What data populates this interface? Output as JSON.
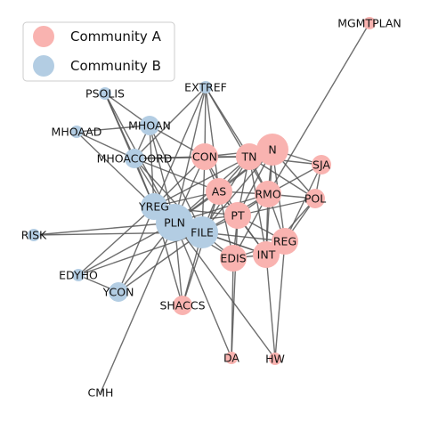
{
  "legend": {
    "items": [
      {
        "label": "Community A",
        "color": "#f9b3b0"
      },
      {
        "label": "Community B",
        "color": "#b3cde3"
      }
    ]
  },
  "colors": {
    "community_a": "#f9b3b0",
    "community_b": "#b3cde3",
    "edge": "#555555"
  },
  "graph": {
    "nodes": [
      {
        "id": "MGMTPLAN",
        "label": "MGMTPLAN",
        "community": "A",
        "size": "tiny"
      },
      {
        "id": "N",
        "label": "N",
        "community": "A",
        "size": "large"
      },
      {
        "id": "SJA",
        "label": "SJA",
        "community": "A",
        "size": "small"
      },
      {
        "id": "TN",
        "label": "TN",
        "community": "A",
        "size": "medium"
      },
      {
        "id": "CON",
        "label": "CON",
        "community": "A",
        "size": "medium"
      },
      {
        "id": "AS",
        "label": "AS",
        "community": "A",
        "size": "medium"
      },
      {
        "id": "RMO",
        "label": "RMO",
        "community": "A",
        "size": "medium"
      },
      {
        "id": "POL",
        "label": "POL",
        "community": "A",
        "size": "small"
      },
      {
        "id": "PT",
        "label": "PT",
        "community": "A",
        "size": "medium"
      },
      {
        "id": "REG",
        "label": "REG",
        "community": "A",
        "size": "medium"
      },
      {
        "id": "INT",
        "label": "INT",
        "community": "A",
        "size": "medium"
      },
      {
        "id": "EDIS",
        "label": "EDIS",
        "community": "A",
        "size": "medium"
      },
      {
        "id": "SHACCS",
        "label": "SHACCS",
        "community": "A",
        "size": "small"
      },
      {
        "id": "DA",
        "label": "DA",
        "community": "A",
        "size": "tiny"
      },
      {
        "id": "HW",
        "label": "HW",
        "community": "A",
        "size": "tiny"
      },
      {
        "id": "EXTREF",
        "label": "EXTREF",
        "community": "B",
        "size": "tiny"
      },
      {
        "id": "PSOLIS",
        "label": "PSOLIS",
        "community": "B",
        "size": "tiny"
      },
      {
        "id": "MHOAN",
        "label": "MHOAN",
        "community": "B",
        "size": "small"
      },
      {
        "id": "MHOAAD",
        "label": "MHOAAD",
        "community": "B",
        "size": "tiny"
      },
      {
        "id": "MHOACOORD",
        "label": "MHOACOORD",
        "community": "B",
        "size": "small"
      },
      {
        "id": "YREG",
        "label": "YREG",
        "community": "B",
        "size": "medium"
      },
      {
        "id": "PLN",
        "label": "PLN",
        "community": "B",
        "size": "xlarge"
      },
      {
        "id": "FILE",
        "label": "FILE",
        "community": "B",
        "size": "large"
      },
      {
        "id": "RISK",
        "label": "RISK",
        "community": "B",
        "size": "tiny"
      },
      {
        "id": "EDYHO",
        "label": "EDYHO",
        "community": "B",
        "size": "tiny"
      },
      {
        "id": "YCON",
        "label": "YCON",
        "community": "B",
        "size": "small"
      },
      {
        "id": "CMH",
        "label": "CMH",
        "community": "B",
        "size": "none"
      }
    ],
    "edges": [
      [
        "MGMTPLAN",
        "RMO"
      ],
      [
        "N",
        "TN"
      ],
      [
        "N",
        "SJA"
      ],
      [
        "N",
        "CON"
      ],
      [
        "N",
        "RMO"
      ],
      [
        "N",
        "AS"
      ],
      [
        "N",
        "POL"
      ],
      [
        "N",
        "PT"
      ],
      [
        "N",
        "REG"
      ],
      [
        "N",
        "FILE"
      ],
      [
        "N",
        "INT"
      ],
      [
        "N",
        "PLN"
      ],
      [
        "SJA",
        "TN"
      ],
      [
        "SJA",
        "RMO"
      ],
      [
        "SJA",
        "POL"
      ],
      [
        "SJA",
        "REG"
      ],
      [
        "TN",
        "CON"
      ],
      [
        "TN",
        "RMO"
      ],
      [
        "TN",
        "AS"
      ],
      [
        "TN",
        "POL"
      ],
      [
        "TN",
        "PT"
      ],
      [
        "TN",
        "PLN"
      ],
      [
        "TN",
        "FILE"
      ],
      [
        "TN",
        "INT"
      ],
      [
        "TN",
        "MHOACOORD"
      ],
      [
        "TN",
        "YREG"
      ],
      [
        "CON",
        "AS"
      ],
      [
        "CON",
        "PLN"
      ],
      [
        "CON",
        "YREG"
      ],
      [
        "CON",
        "FILE"
      ],
      [
        "CON",
        "MHOACOORD"
      ],
      [
        "CON",
        "PT"
      ],
      [
        "AS",
        "RMO"
      ],
      [
        "AS",
        "PT"
      ],
      [
        "AS",
        "PLN"
      ],
      [
        "AS",
        "FILE"
      ],
      [
        "AS",
        "YREG"
      ],
      [
        "AS",
        "EDIS"
      ],
      [
        "AS",
        "INT"
      ],
      [
        "RMO",
        "POL"
      ],
      [
        "RMO",
        "PT"
      ],
      [
        "RMO",
        "REG"
      ],
      [
        "RMO",
        "INT"
      ],
      [
        "RMO",
        "EDIS"
      ],
      [
        "RMO",
        "PLN"
      ],
      [
        "RMO",
        "FILE"
      ],
      [
        "POL",
        "REG"
      ],
      [
        "POL",
        "PT"
      ],
      [
        "POL",
        "INT"
      ],
      [
        "PT",
        "REG"
      ],
      [
        "PT",
        "INT"
      ],
      [
        "PT",
        "EDIS"
      ],
      [
        "PT",
        "PLN"
      ],
      [
        "PT",
        "FILE"
      ],
      [
        "PT",
        "YREG"
      ],
      [
        "REG",
        "INT"
      ],
      [
        "REG",
        "EDIS"
      ],
      [
        "REG",
        "HW"
      ],
      [
        "REG",
        "FILE"
      ],
      [
        "INT",
        "EDIS"
      ],
      [
        "INT",
        "FILE"
      ],
      [
        "INT",
        "PLN"
      ],
      [
        "INT",
        "HW"
      ],
      [
        "EDIS",
        "DA"
      ],
      [
        "EDIS",
        "FILE"
      ],
      [
        "EDIS",
        "PLN"
      ],
      [
        "DA",
        "PT"
      ],
      [
        "DA",
        "PLN"
      ],
      [
        "HW",
        "PLN"
      ],
      [
        "SHACCS",
        "PLN"
      ],
      [
        "SHACCS",
        "YREG"
      ],
      [
        "SHACCS",
        "FILE"
      ],
      [
        "SHACCS",
        "AS"
      ],
      [
        "EXTREF",
        "PLN"
      ],
      [
        "EXTREF",
        "YREG"
      ],
      [
        "EXTREF",
        "AS"
      ],
      [
        "EXTREF",
        "RMO"
      ],
      [
        "EXTREF",
        "MHOACOORD"
      ],
      [
        "EXTREF",
        "TN"
      ],
      [
        "EXTREF",
        "CON"
      ],
      [
        "PSOLIS",
        "MHOACOORD"
      ],
      [
        "PSOLIS",
        "YREG"
      ],
      [
        "PSOLIS",
        "MHOAN"
      ],
      [
        "PSOLIS",
        "PLN"
      ],
      [
        "MHOAN",
        "MHOACOORD"
      ],
      [
        "MHOAN",
        "YREG"
      ],
      [
        "MHOAN",
        "PLN"
      ],
      [
        "MHOAN",
        "CON"
      ],
      [
        "MHOAN",
        "FILE"
      ],
      [
        "MHOAN",
        "MHOAAD"
      ],
      [
        "MHOAAD",
        "MHOACOORD"
      ],
      [
        "MHOAAD",
        "YREG"
      ],
      [
        "MHOACOORD",
        "YREG"
      ],
      [
        "MHOACOORD",
        "PLN"
      ],
      [
        "MHOACOORD",
        "FILE"
      ],
      [
        "MHOACOORD",
        "AS"
      ],
      [
        "YREG",
        "PLN"
      ],
      [
        "YREG",
        "FILE"
      ],
      [
        "YREG",
        "YCON"
      ],
      [
        "YREG",
        "EDYHO"
      ],
      [
        "PLN",
        "FILE"
      ],
      [
        "PLN",
        "YCON"
      ],
      [
        "PLN",
        "EDYHO"
      ],
      [
        "PLN",
        "CMH"
      ],
      [
        "PLN",
        "RISK"
      ],
      [
        "FILE",
        "RISK"
      ],
      [
        "FILE",
        "YCON"
      ],
      [
        "FILE",
        "EDYHO"
      ],
      [
        "EDYHO",
        "YCON"
      ]
    ]
  }
}
